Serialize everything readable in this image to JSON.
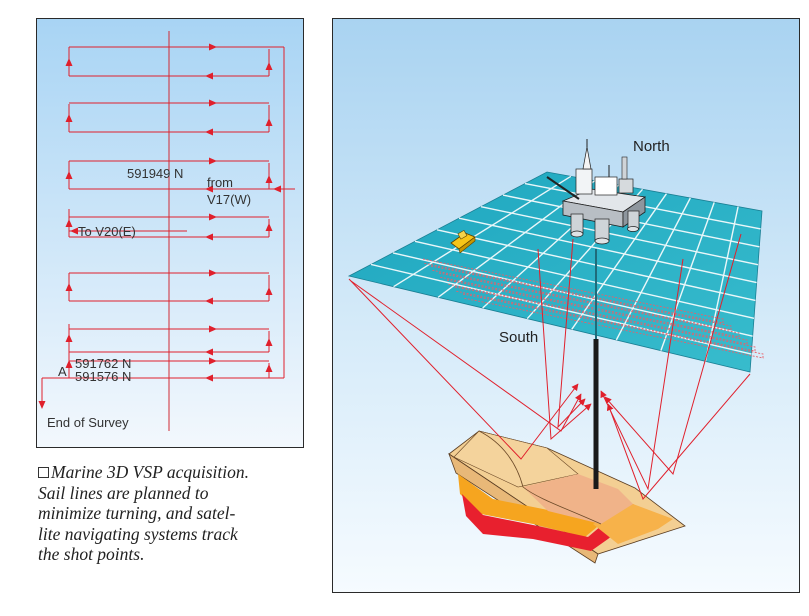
{
  "survey_map": {
    "label_591949": "591949 N",
    "label_from": "from",
    "label_v17": "V17(W)",
    "label_to_v20": "To V20(E)",
    "label_a": "A",
    "label_591762": "591762 N",
    "label_591576": "591576 N",
    "label_end": "End of Survey"
  },
  "illustration": {
    "label_north": "North",
    "label_south": "South"
  },
  "caption": {
    "text": "Marine 3D VSP acquisition.\nSail lines are planned to\nminimize turning, and satel-\nlite navigating systems track\nthe shot points."
  },
  "colors": {
    "track_red": "#e0202c",
    "sea_teal": "#2bb0c4",
    "sky_blue": "#b8dcf2",
    "layer_orange": "#f6a51f",
    "layer_red": "#e8202e",
    "layer_tan": "#f3cf93"
  }
}
